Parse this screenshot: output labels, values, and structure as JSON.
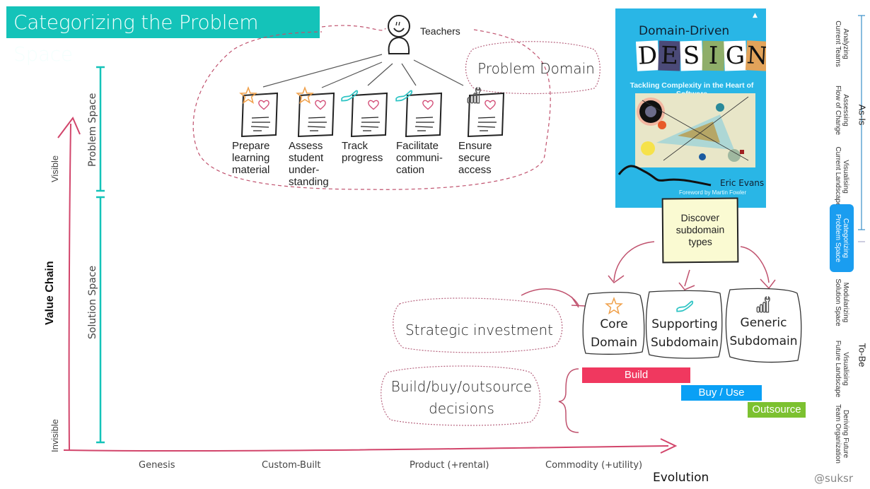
{
  "title": "Categorizing the Problem Space",
  "axes": {
    "y_label": "Value Chain",
    "y_top": "Visible",
    "y_bottom": "Invisible",
    "x_label": "Evolution",
    "x_ticks": [
      "Genesis",
      "Custom-Built",
      "Product (+rental)",
      "Commodity (+utility)"
    ]
  },
  "spaces": {
    "problem": "Problem Space",
    "solution": "Solution Space"
  },
  "actor": {
    "name": "Teachers",
    "icon": "person-icon"
  },
  "problem_domain_label": "Problem Domain",
  "capabilities": [
    {
      "lines": [
        "Prepare",
        "learning",
        "material"
      ],
      "icon": "star-icon",
      "type": "core"
    },
    {
      "lines": [
        "Assess",
        "student",
        "under-",
        "standing"
      ],
      "icon": "star-icon",
      "type": "core"
    },
    {
      "lines": [
        "Track",
        "progress"
      ],
      "icon": "hand-icon",
      "type": "supporting"
    },
    {
      "lines": [
        "Facilitate",
        "communi-",
        "cation"
      ],
      "icon": "hand-icon",
      "type": "supporting"
    },
    {
      "lines": [
        "Ensure",
        "secure",
        "access"
      ],
      "icon": "wrench-bars-icon",
      "type": "generic"
    }
  ],
  "book": {
    "title_top": "Domain-Driven",
    "title_letters": [
      "D",
      "E",
      "S",
      "I",
      "G",
      "N"
    ],
    "letter_colors": [
      "#ffffff",
      "#4b4a78",
      "#ffffff",
      "#8fae6a",
      "#ffffff",
      "#e2a35a"
    ],
    "subtitle": "Tackling Complexity in the Heart of Software",
    "author": "Eric Evans",
    "foreword": "Foreword by Martin Fowler"
  },
  "sticky_note": "Discover subdomain types",
  "subdomains": [
    {
      "lines": [
        "Core",
        "Domain"
      ],
      "icon": "star-icon"
    },
    {
      "lines": [
        "Supporting",
        "Subdomain"
      ],
      "icon": "hand-icon"
    },
    {
      "lines": [
        "Generic",
        "Subdomain"
      ],
      "icon": "wrench-bars-icon"
    }
  ],
  "clouds": {
    "strategic": "Strategic investment",
    "decisions_line1": "Build/buy/outsource",
    "decisions_line2": "decisions"
  },
  "bars": [
    {
      "label": "Build",
      "color": "#f0385f"
    },
    {
      "label": "Buy / Use",
      "color": "#0aa0f5"
    },
    {
      "label": "Outsource",
      "color": "#7cc130"
    }
  ],
  "nav": {
    "as_is_label": "As-Is",
    "to_be_label": "To-Be",
    "items": [
      {
        "line1": "Analyzing",
        "line2": "Current Teams",
        "active": false
      },
      {
        "line1": "Assessing",
        "line2": "Flow of Change",
        "active": false
      },
      {
        "line1": "Visualising",
        "line2": "Current Landscape",
        "active": false
      },
      {
        "line1": "Categorizing",
        "line2": "Problem Space",
        "active": true
      },
      {
        "line1": "Modularizing",
        "line2": "Solution Space",
        "active": false
      },
      {
        "line1": "Visualising",
        "line2": "Future Landscape",
        "active": false
      },
      {
        "line1": "Deriving Future",
        "line2": "Team Organization",
        "active": false
      }
    ]
  },
  "handle": "@suksr",
  "colors": {
    "teal": "#14c3b9",
    "axis": "#d2456b",
    "nav_active": "#1a9df0",
    "star": "#f0a04a",
    "hand": "#2ec4c4",
    "heart": "#d24a74"
  }
}
